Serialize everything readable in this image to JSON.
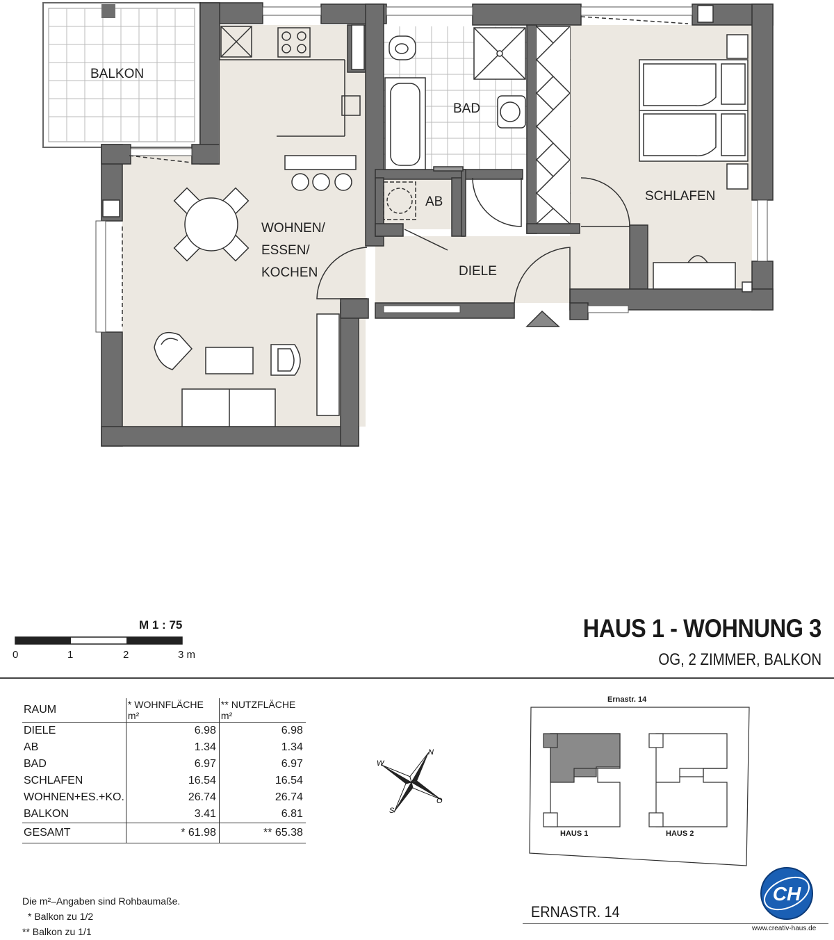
{
  "rooms": {
    "balkon": "BALKON",
    "bad": "BAD",
    "ab": "AB",
    "schlafen": "SCHLAFEN",
    "wohnen_line1": "WOHNEN/",
    "wohnen_line2": "ESSEN/",
    "wohnen_line3": "KOCHEN",
    "diele": "DIELE"
  },
  "scale": {
    "label": "M 1 : 75",
    "ticks": [
      "0",
      "1",
      "2",
      "3 m"
    ]
  },
  "title": {
    "main": "HAUS 1 - WOHNUNG 3",
    "sub": "OG, 2 ZIMMER, BALKON"
  },
  "table": {
    "headers": [
      "RAUM",
      "* WOHNFLÄCHE m²",
      "** NUTZFLÄCHE m²"
    ],
    "rows": [
      {
        "raum": "DIELE",
        "wohn": "6.98",
        "nutz": "6.98"
      },
      {
        "raum": "AB",
        "wohn": "1.34",
        "nutz": "1.34"
      },
      {
        "raum": "BAD",
        "wohn": "6.97",
        "nutz": "6.97"
      },
      {
        "raum": "SCHLAFEN",
        "wohn": "16.54",
        "nutz": "16.54"
      },
      {
        "raum": "WOHNEN+ES.+KO.",
        "wohn": "26.74",
        "nutz": "26.74"
      },
      {
        "raum": "BALKON",
        "wohn": "3.41",
        "nutz": "6.81"
      }
    ],
    "total": {
      "raum": "GESAMT",
      "wohn": "* 61.98",
      "nutz": "** 65.38"
    }
  },
  "notes": {
    "line1": "Die m²–Angaben sind Rohbaumaße.",
    "line2": "*  Balkon zu 1/2",
    "line3": "**  Balkon zu 1/1"
  },
  "compass": {
    "n": "N",
    "o": "O",
    "s": "S",
    "w": "W"
  },
  "site_plan": {
    "street_top": "Ernastr. 14",
    "haus1": "HAUS 1",
    "haus2": "HAUS 2"
  },
  "address": "ERNASTR. 14",
  "logo_text": "CH",
  "website": "www.creativ-haus.de",
  "colors": {
    "wall": "#6e6e6e",
    "floor": "#ece8e1",
    "highlight": "#8a8a8a"
  }
}
